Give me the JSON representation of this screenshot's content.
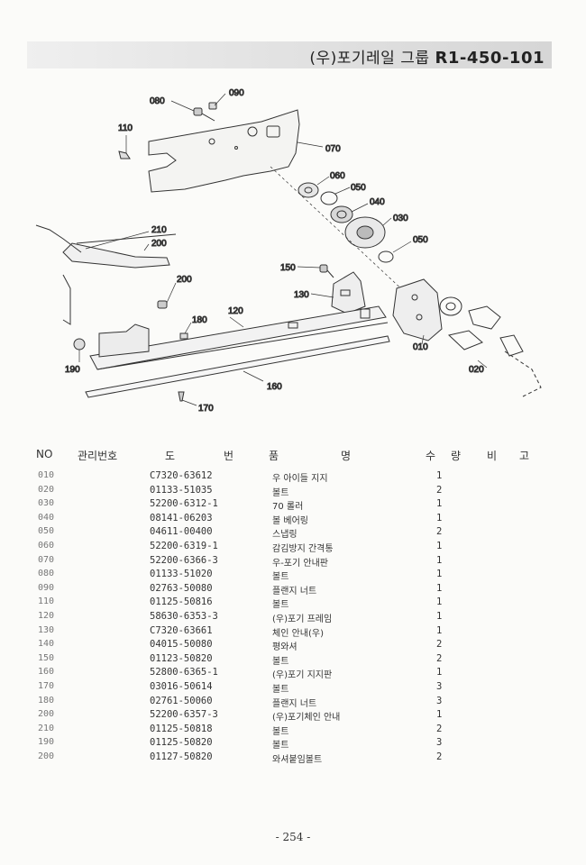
{
  "header": {
    "title": "(우)포기레일 그룹",
    "code": "R1-450-101"
  },
  "diagram": {
    "callouts": [
      "080",
      "090",
      "110",
      "070",
      "060",
      "050",
      "040",
      "030",
      "050",
      "210",
      "200",
      "150",
      "130",
      "200",
      "180",
      "120",
      "010",
      "020",
      "190",
      "160",
      "170"
    ]
  },
  "table": {
    "headers": {
      "no": "NO",
      "mgmt": "관리번호",
      "do": "도",
      "beon": "번",
      "pum": "품",
      "myeong": "명",
      "su": "수",
      "ryang": "량",
      "bi": "비",
      "go": "고"
    },
    "rows": [
      {
        "no": "010",
        "part": "C7320-63612",
        "name": "우 아이들 지지",
        "qty": "1"
      },
      {
        "no": "020",
        "part": "01133-51035",
        "name": "볼트",
        "qty": "2"
      },
      {
        "no": "030",
        "part": "52200-6312-1",
        "name": "70 롤러",
        "qty": "1"
      },
      {
        "no": "040",
        "part": "08141-06203",
        "name": "볼 베어링",
        "qty": "1"
      },
      {
        "no": "050",
        "part": "04611-00400",
        "name": "스냅링",
        "qty": "2"
      },
      {
        "no": "060",
        "part": "52200-6319-1",
        "name": "감김방지 간격통",
        "qty": "1"
      },
      {
        "no": "070",
        "part": "52200-6366-3",
        "name": "우-포기 안내판",
        "qty": "1"
      },
      {
        "no": "080",
        "part": "01133-51020",
        "name": "볼트",
        "qty": "1"
      },
      {
        "no": "090",
        "part": "02763-50080",
        "name": "플랜지 너트",
        "qty": "1"
      },
      {
        "no": "110",
        "part": "01125-50816",
        "name": "볼트",
        "qty": "1"
      },
      {
        "no": "120",
        "part": "58630-6353-3",
        "name": "(우)포기 프레임",
        "qty": "1"
      },
      {
        "no": "130",
        "part": "C7320-63661",
        "name": "체인 안내(우)",
        "qty": "1"
      },
      {
        "no": "140",
        "part": "04015-50080",
        "name": "평와셔",
        "qty": "2"
      },
      {
        "no": "150",
        "part": "01123-50820",
        "name": "볼트",
        "qty": "2"
      },
      {
        "no": "160",
        "part": "52800-6365-1",
        "name": "(우)포기 지지판",
        "qty": "1"
      },
      {
        "no": "170",
        "part": "03016-50614",
        "name": "볼트",
        "qty": "3"
      },
      {
        "no": "180",
        "part": "02761-50060",
        "name": "플랜지 너트",
        "qty": "3"
      },
      {
        "no": "200",
        "part": "52200-6357-3",
        "name": "(우)포기체인 안내",
        "qty": "1"
      },
      {
        "no": "210",
        "part": "01125-50818",
        "name": "볼트",
        "qty": "2"
      },
      {
        "no": "190",
        "part": "01125-50820",
        "name": "볼트",
        "qty": "3"
      },
      {
        "no": "200",
        "part": "01127-50820",
        "name": "와셔붙임볼트",
        "qty": "2"
      }
    ]
  },
  "footer": {
    "page": "- 254 -"
  }
}
